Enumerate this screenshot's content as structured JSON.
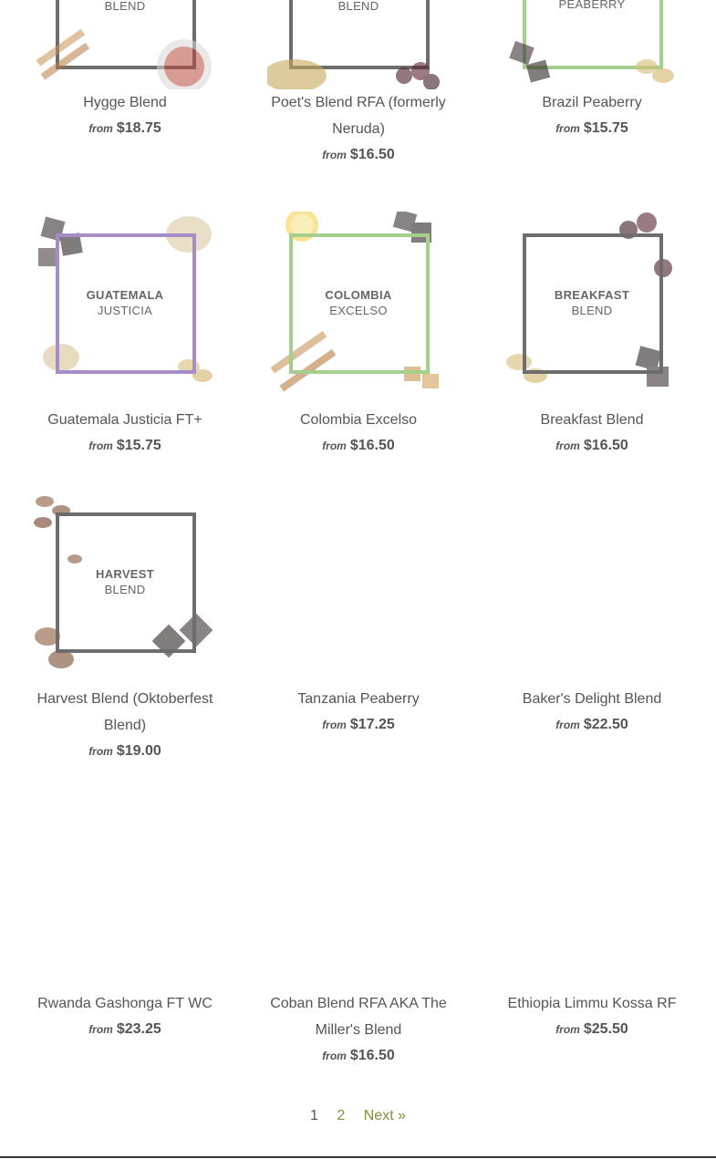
{
  "products": [
    {
      "name": "Hygge Blend",
      "from": "from",
      "price": "$18.75",
      "label1": "",
      "label2": "BLEND",
      "frame": "#6d6d6d"
    },
    {
      "name": "Poet's Blend RFA (formerly Neruda)",
      "from": "from",
      "price": "$16.50",
      "label1": "",
      "label2": "BLEND",
      "frame": "#6d6d6d"
    },
    {
      "name": "Brazil Peaberry",
      "from": "from",
      "price": "$15.75",
      "label1": "",
      "label2": "PEABERRY",
      "frame": "#a4cf8c"
    },
    {
      "name": "Guatemala Justicia FT+",
      "from": "from",
      "price": "$15.75",
      "label1": "GUATEMALA",
      "label2": "JUSTICIA",
      "frame": "#a88cc8"
    },
    {
      "name": "Colombia Excelso",
      "from": "from",
      "price": "$16.50",
      "label1": "COLOMBIA",
      "label2": "EXCELSO",
      "frame": "#a4cf8c"
    },
    {
      "name": "Breakfast Blend",
      "from": "from",
      "price": "$16.50",
      "label1": "BREAKFAST",
      "label2": "BLEND",
      "frame": "#6d6d6d"
    },
    {
      "name": "Harvest Blend (Oktoberfest Blend)",
      "from": "from",
      "price": "$19.00",
      "label1": "HARVEST",
      "label2": "BLEND",
      "frame": "#6d6d6d"
    },
    {
      "name": "Tanzania Peaberry",
      "from": "from",
      "price": "$17.25"
    },
    {
      "name": "Baker's Delight Blend",
      "from": "from",
      "price": "$22.50"
    },
    {
      "name": "Rwanda Gashonga FT WC",
      "from": "from",
      "price": "$23.25"
    },
    {
      "name": "Coban Blend RFA AKA The Miller's Blend",
      "from": "from",
      "price": "$16.50"
    },
    {
      "name": "Ethiopia Limmu Kossa RF",
      "from": "from",
      "price": "$25.50"
    }
  ],
  "pagination": {
    "current": "1",
    "page2": "2",
    "next": "Next »"
  },
  "colors": {
    "link": "#8a8f3a",
    "text": "#555555"
  }
}
